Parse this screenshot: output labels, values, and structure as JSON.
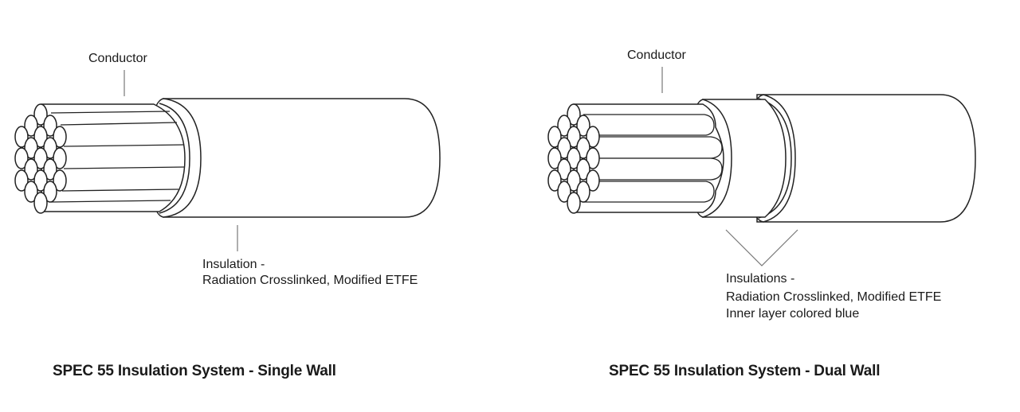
{
  "diagrams": [
    {
      "id": "single-wall",
      "labels": {
        "conductor": "Conductor",
        "insulation_title": "Insulation -",
        "insulation_desc": "Radiation Crosslinked, Modified ETFE"
      },
      "caption": "SPEC 55 Insulation System - Single Wall"
    },
    {
      "id": "dual-wall",
      "labels": {
        "conductor": "Conductor",
        "insulation_title": "Insulations -",
        "insulation_desc": "Radiation Crosslinked, Modified ETFE",
        "insulation_note": "Inner layer colored blue"
      },
      "caption": "SPEC 55 Insulation System - Dual Wall"
    }
  ],
  "colors": {
    "stroke": "#222222",
    "leader": "#666666",
    "fill": "#ffffff",
    "text": "#1a1a1a"
  }
}
